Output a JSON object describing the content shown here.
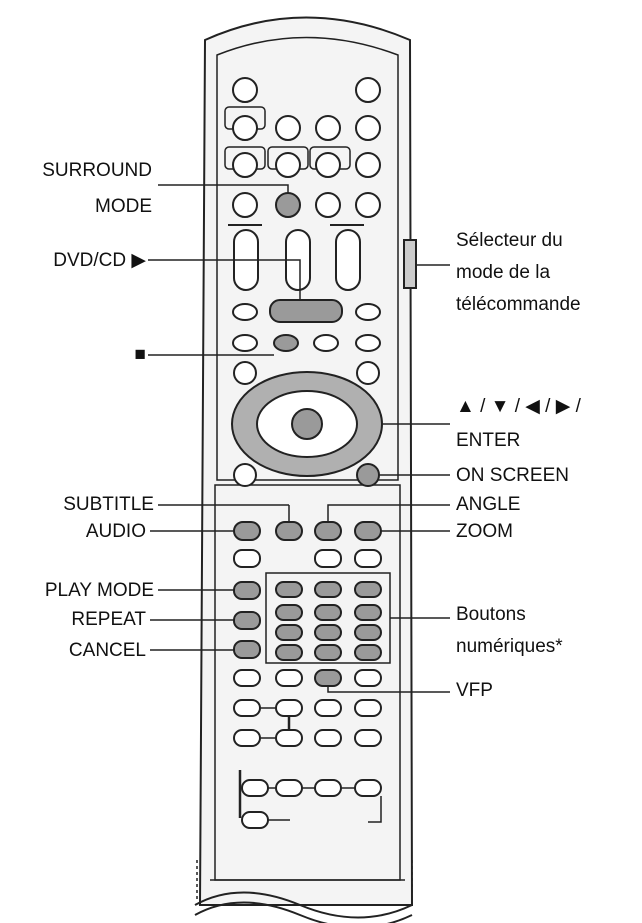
{
  "labels": {
    "surround": "SURROUND",
    "mode": "MODE",
    "dvdcd": "DVD/CD ▶",
    "stop": "■",
    "subtitle": "SUBTITLE",
    "audio": "AUDIO",
    "play_mode": "PLAY MODE",
    "repeat": "REPEAT",
    "cancel": "CANCEL",
    "selector_1": "Sélecteur du",
    "selector_2": "mode de la",
    "selector_3": "télécommande",
    "arrows": "▲ / ▼ / ◀ / ▶ /",
    "enter": "ENTER",
    "on_screen": "ON SCREEN",
    "angle": "ANGLE",
    "zoom": "ZOOM",
    "numeric_1": "Boutons",
    "numeric_2": "numériques*",
    "vfp": "VFP"
  },
  "colors": {
    "highlight_button": "#9a9a9a",
    "button_outline": "#222222",
    "remote_body": "#f4f4f4"
  }
}
